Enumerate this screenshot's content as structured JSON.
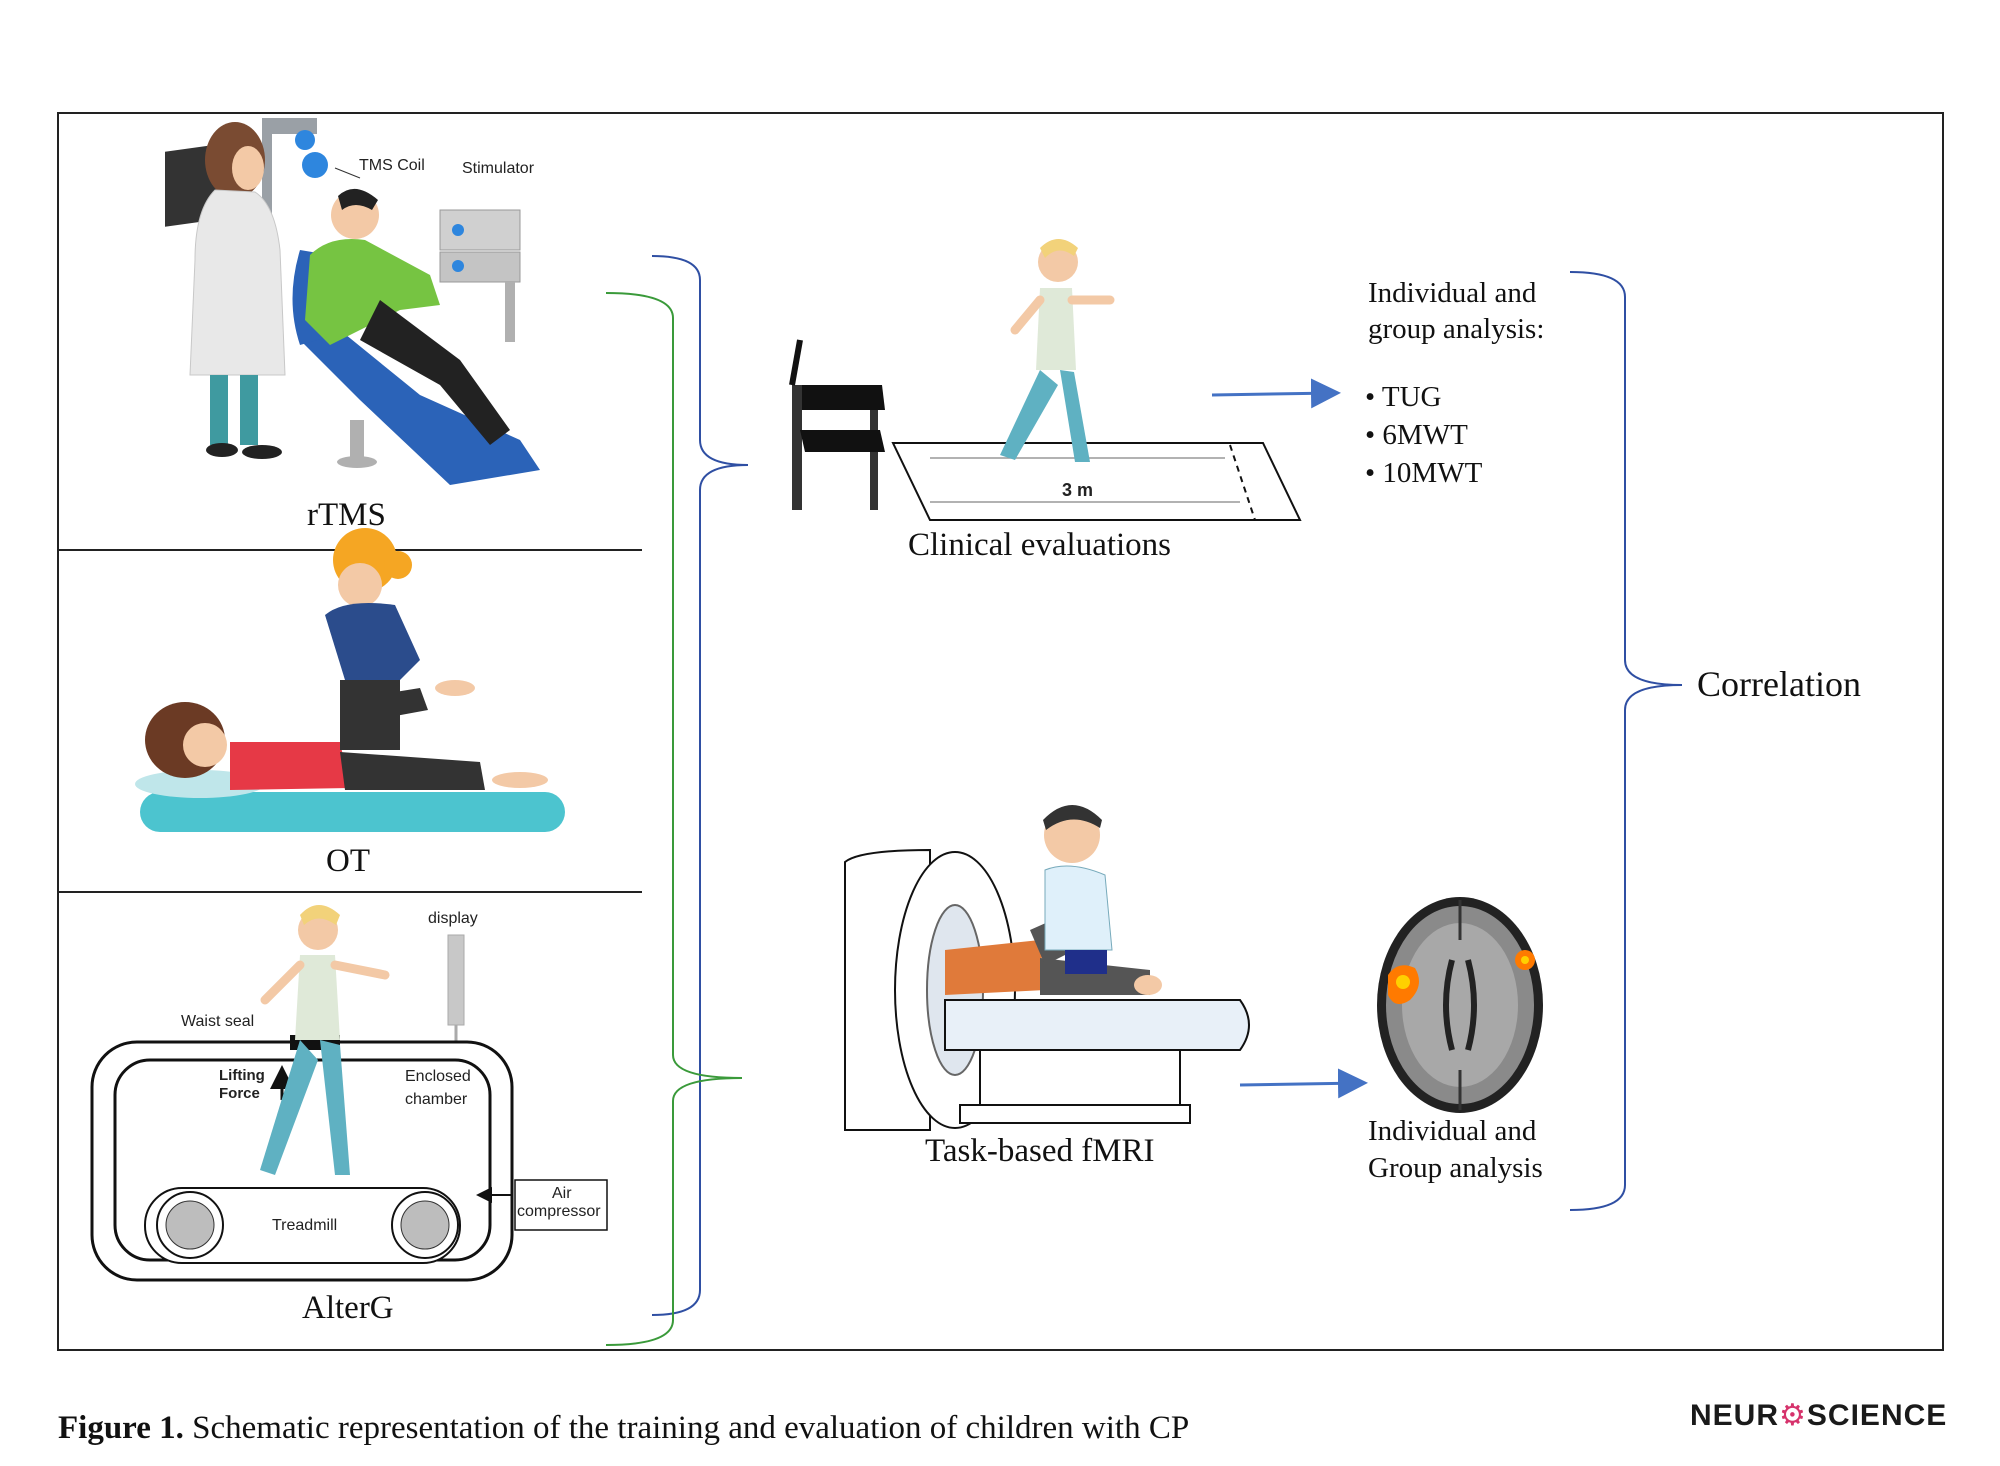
{
  "panels": {
    "rtms": {
      "label": "rTMS",
      "coil_label": "TMS Coil",
      "stimulator_label": "Stimulator"
    },
    "ot": {
      "label": "OT"
    },
    "alterg": {
      "label": "AlterG",
      "display_label": "display",
      "waist_label": "Waist seal",
      "lifting_label_1": "Lifting",
      "lifting_label_2": "Force",
      "chamber_label_1": "Enclosed",
      "chamber_label_2": "chamber",
      "treadmill_label": "Treadmill",
      "air_label_1": "Air",
      "air_label_2": "compressor"
    }
  },
  "clinical": {
    "label": "Clinical evaluations",
    "distance_label": "3 m"
  },
  "fmri": {
    "label": "Task-based fMRI"
  },
  "analysis_top": {
    "title_1": "Individual and",
    "title_2": "group analysis:",
    "items": [
      "TUG",
      "6MWT",
      "10MWT"
    ]
  },
  "analysis_bottom": {
    "title_1": "Individual and",
    "title_2": "Group analysis"
  },
  "correlation": {
    "label": "Correlation"
  },
  "caption": {
    "figure_label": "Figure 1.",
    "text": " Schematic representation of the training and evaluation of children with CP"
  },
  "logo": {
    "part1": "NEUR",
    "part2": "⚙",
    "part3": "SCIENCE"
  },
  "colors": {
    "blue_bracket": "#2f4fa3",
    "green_bracket": "#3a9a3a",
    "arrow": "#4472c4",
    "activation": "#ff7a00"
  }
}
